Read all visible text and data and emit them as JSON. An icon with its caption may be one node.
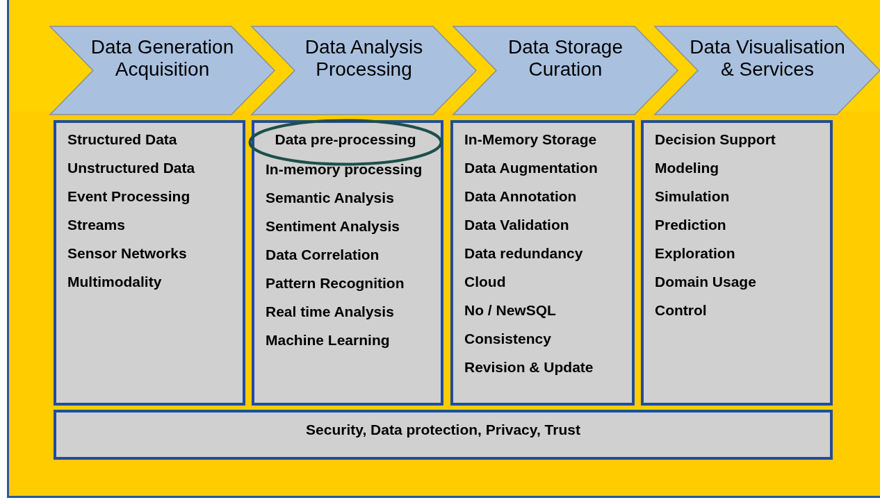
{
  "diagram": {
    "nodes": [
      {
        "text": [
          "Data Generation Acquisition"
        ]
      },
      {
        "text": [
          "Data Analysis Processing"
        ]
      },
      {
        "text": [
          "Data Storage Curation"
        ]
      },
      {
        "text": [
          "Data Visualisation & Services"
        ]
      },
      {
        "text": [
          "Structured Data",
          "Unstructured Data",
          "Event Processing",
          "Streams",
          "Sensor Networks",
          "Multimodality"
        ]
      },
      {
        "text": [
          "In-memory processing",
          "Semantic Analysis",
          "Sentiment Analysis",
          "Data Correlation",
          "Pattern Recognition",
          "Real time Analysis",
          "Machine Learning"
        ]
      },
      {
        "text": [
          "Data pre-processing"
        ],
        "in": 5
      },
      {
        "text": [
          "In-Memory Storage",
          "Data Augmentation",
          "Data Annotation",
          "Data Validation",
          "Data redundancy",
          "Cloud",
          "No / NewSQL",
          "Consistency",
          "Revision & Update"
        ]
      },
      {
        "text": [
          "Decision Support",
          "Modeling",
          "Simulation",
          "Prediction",
          "Exploration",
          "Domain  Usage",
          "Control"
        ]
      },
      {
        "text": [
          "Security, Data protection, Privacy, Trust"
        ]
      }
    ]
  }
}
